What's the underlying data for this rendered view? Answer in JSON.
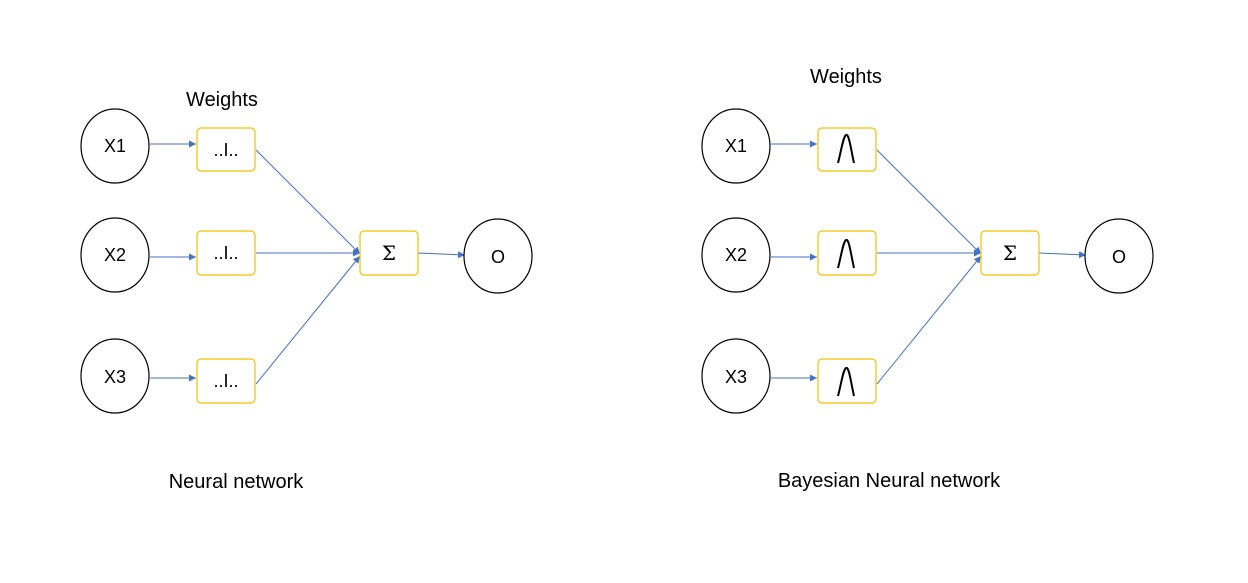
{
  "colors": {
    "edge": "#4472c4",
    "weight_box": "#f2c200",
    "node": "#000000"
  },
  "left": {
    "caption": "Neural network",
    "weights_label": "Weights",
    "inputs": [
      "X1",
      "X2",
      "X3"
    ],
    "weights": [
      "..I..",
      "..I..",
      "..I.."
    ],
    "sum": "Σ",
    "output": "O"
  },
  "right": {
    "caption": "Bayesian Neural network",
    "weights_label": "Weights",
    "inputs": [
      "X1",
      "X2",
      "X3"
    ],
    "weight_icon": "gaussian-distribution-icon",
    "sum": "Σ",
    "output": "O"
  }
}
